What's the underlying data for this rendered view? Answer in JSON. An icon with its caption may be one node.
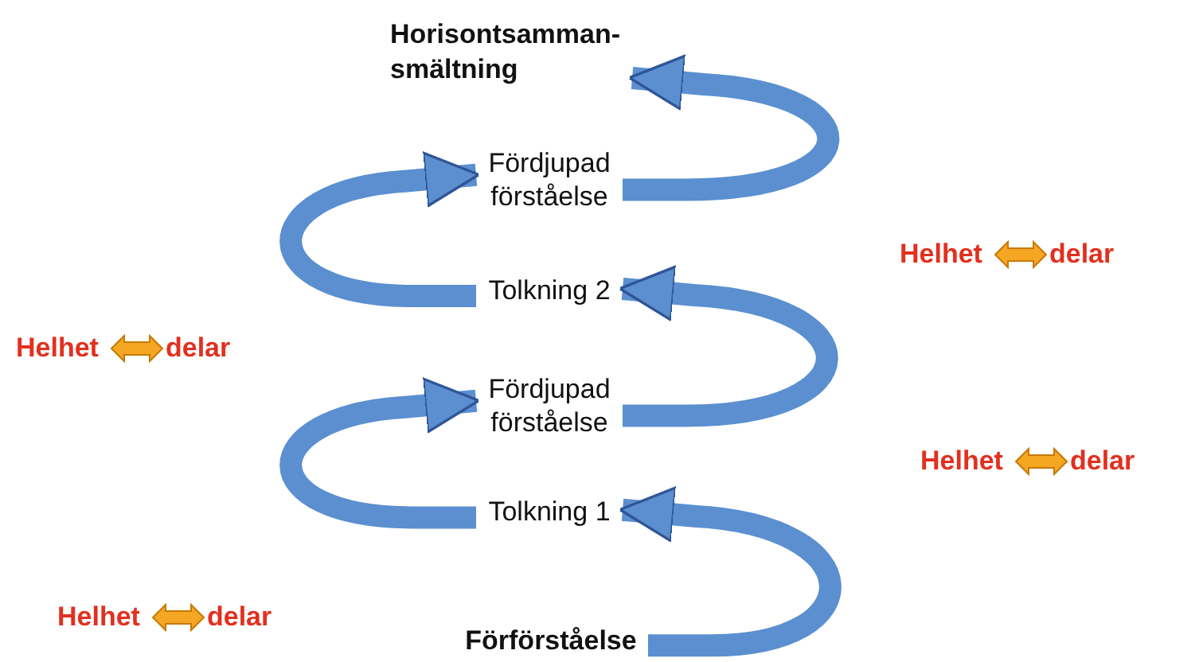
{
  "diagram": {
    "nodes": [
      {
        "text": [
          "Horisontsamman-smältning"
        ]
      },
      {
        "text": [
          "Fördjupad förståelse"
        ]
      },
      {
        "text": [
          "Tolkning 2"
        ]
      },
      {
        "text": [
          "Fördjupad förståelse"
        ]
      },
      {
        "text": [
          "Tolkning 1"
        ]
      },
      {
        "text": [
          "Förförståelse"
        ]
      }
    ],
    "edges": [
      {
        "from": 5,
        "to": 4,
        "arrow": "to"
      },
      {
        "from": 4,
        "to": 3,
        "arrow": "to"
      },
      {
        "from": 3,
        "to": 2,
        "arrow": "to"
      },
      {
        "from": 2,
        "to": 1,
        "arrow": "to"
      },
      {
        "from": 1,
        "to": 0,
        "arrow": "to"
      }
    ],
    "labels": [
      "Helhet",
      "delar",
      "Helhet",
      "delar",
      "Helhet",
      "delar",
      "Helhet",
      "delar"
    ]
  }
}
